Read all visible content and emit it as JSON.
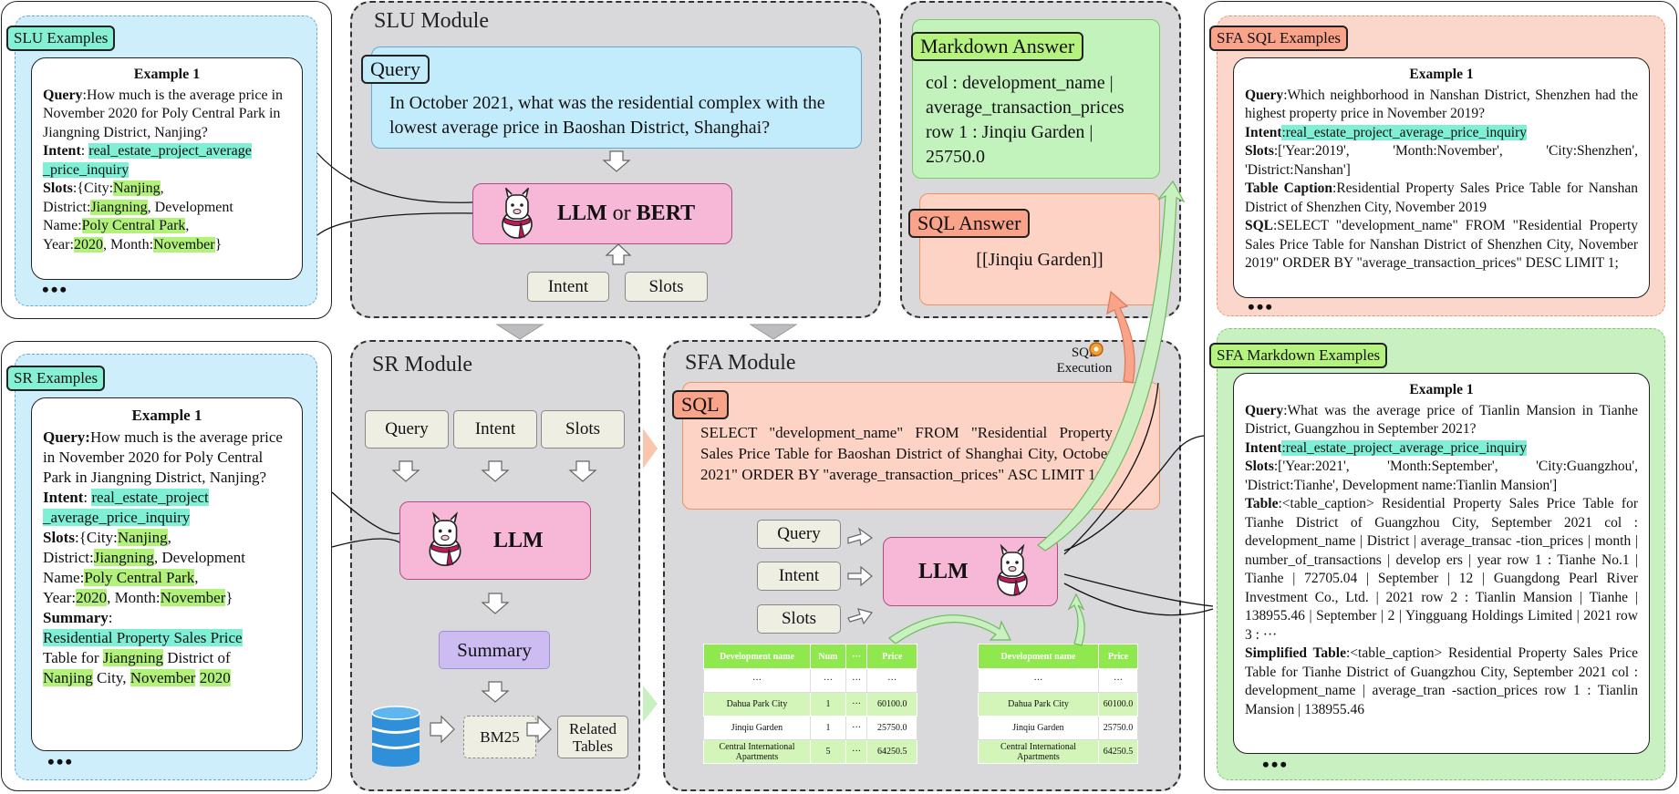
{
  "slu_examples": {
    "tag": "SLU Examples",
    "example_title": "Example 1",
    "query_label": "Query",
    "query_text": ":How much is the average price in November 2020 for Poly Central Park in Jiangning District, Nanjing?",
    "intent_label": "Intent",
    "intent_value": "real_estate_project_average _price_inquiry",
    "slots_label": "Slots",
    "slot_city_key": ":{City:",
    "slot_city": "Nanjing",
    "slot_district_key": "District:",
    "slot_district": "Jiangning",
    "slot_dev_key": ", Development Name:",
    "slot_dev": "Poly Central Park",
    "slot_year_key": "Year:",
    "slot_year": "2020",
    "slot_month_key": ", Month:",
    "slot_month": "November",
    "slot_end": "}",
    "ellipsis": "•••"
  },
  "sr_examples": {
    "tag": "SR Examples",
    "example_title": "Example 1",
    "query_label": "Query:",
    "query_text": "How much is the average price in November 2020 for Poly Central Park in Jiangning District, Nanjing?",
    "intent_label": "Intent",
    "intent_value_1": "real_estate_project",
    "intent_value_2": "_average_price_inquiry",
    "slots_label": "Slots",
    "slot_city_key": ":{City:",
    "slot_city": "Nanjing",
    "slot_district_key": "District:",
    "slot_district": "Jiangning",
    "slot_dev_key": ", Development Name:",
    "slot_dev": "Poly Central Park",
    "slot_year_key": "Year:",
    "slot_year": "2020",
    "slot_month_key": ", Month:",
    "slot_month": "November",
    "slot_end": "}",
    "summary_label": "Summary",
    "summary_1": "Residential Property Sales Price",
    "summary_2": "Table for",
    "summary_3": "Jiangning",
    "summary_4": "District of",
    "summary_5": "Nanjing",
    "summary_6": "City,",
    "summary_7": "November",
    "summary_8": "2020",
    "ellipsis": "•••"
  },
  "slu_module": {
    "title": "SLU Module",
    "query_tag": "Query",
    "query_text": "In October 2021, what was the residential complex with the lowest average price in Baoshan District, Shanghai?",
    "llm_label": "LLM",
    "or_label": "or",
    "bert_label": "BERT",
    "intent_out": "Intent",
    "slots_out": "Slots"
  },
  "sr_module": {
    "title": "SR Module",
    "query": "Query",
    "intent": "Intent",
    "slots": "Slots",
    "llm_label": "LLM",
    "summary": "Summary",
    "bm25": "BM25",
    "related_tables": "Related Tables"
  },
  "sfa_module": {
    "title": "SFA Module",
    "sql_tag": "SQL",
    "sql_text": "SELECT \"development_name\" FROM \"Residential Property Sales Price Table for Baoshan District of Shanghai City, October 2021\" ORDER BY \"average_transaction_prices\" ASC LIMIT 1;",
    "sql_execution": "SQL Execution",
    "query": "Query",
    "intent": "Intent",
    "slots": "Slots",
    "llm_label": "LLM",
    "table1": {
      "headers": [
        "Development name",
        "Num",
        "···",
        "Price"
      ],
      "rows": [
        [
          "···",
          "···",
          "···",
          "···"
        ],
        [
          "Dahua Park City",
          "1",
          "···",
          "60100.0"
        ],
        [
          "Jinqiu Garden",
          "1",
          "···",
          "25750.0"
        ],
        [
          "Central International Apartments",
          "5",
          "···",
          "64250.5"
        ]
      ]
    },
    "table2": {
      "headers": [
        "Development name",
        "Price"
      ],
      "rows": [
        [
          "···",
          "···"
        ],
        [
          "Dahua Park City",
          "60100.0"
        ],
        [
          "Jinqiu Garden",
          "25750.0"
        ],
        [
          "Central International Apartments",
          "64250.5"
        ]
      ]
    }
  },
  "answers": {
    "markdown_tag": "Markdown Answer",
    "markdown_text": "col : development_name | average_transaction_prices row 1 : Jinqiu Garden | 25750.0",
    "sql_tag": "SQL Answer",
    "sql_text": "[[Jinqiu Garden]]"
  },
  "sfa_sql_examples": {
    "tag": "SFA SQL Examples",
    "example_title": "Example 1",
    "query_label": "Query",
    "query_text": ":Which neighborhood in Nanshan District, Shenzhen had the highest property price in November 2019?",
    "intent_label": "Intent",
    "intent_value": ":real_estate_project_average_price_inquiry",
    "slots_label": "Slots",
    "slots_text": ":['Year:2019', 'Month:November', 'City:Shenzhen', 'District:Nanshan']",
    "caption_label": "Table Caption",
    "caption_text": ":Residential Property Sales Price Table for Nanshan District of Shenzhen City, November 2019",
    "sql_label": "SQL",
    "sql_text": ":SELECT \"development_name\" FROM \"Residential Property Sales Price Table for Nanshan District of Shenzhen City, November 2019\" ORDER BY \"average_transaction_prices\" DESC LIMIT 1;",
    "ellipsis": "•••"
  },
  "sfa_md_examples": {
    "tag": "SFA Markdown Examples",
    "example_title": "Example 1",
    "query_label": "Query",
    "query_text": ":What was the average price of Tianlin Mansion in Tianhe District, Guangzhou in September 2021?",
    "intent_label": "Intent",
    "intent_value": ":real_estate_project_average_price_inquiry",
    "slots_label": "Slots",
    "slots_text": ":['Year:2021', 'Month:September', 'City:Guangzhou', 'District:Tianhe', Development name:Tianlin Mansion']",
    "table_label": "Table",
    "table_text": ":<table_caption> Residential Property Sales Price Table for Tianhe District of Guangzhou City, September 2021 col : development_name | District | average_transac -tion_prices | month | number_of_transactions | develop ers | year row 1 : Tianhe No.1 | Tianhe | 72705.04 | September | 12 | Guangdong Pearl River Investment Co., Ltd. | 2021 row 2 : Tianlin Mansion | Tianhe | 138955.46 | September | 2 | Yingguang Holdings Limited | 2021 row 3 : ···",
    "simplified_label": "Simplified Table",
    "simplified_text": ":<table_caption> Residential Property Sales Price Table for Tianhe District of Guangzhou City, September 2021 col : development_name | average_tran -saction_prices row 1 : Tianlin Mansion | 138955.46",
    "ellipsis": "•••"
  },
  "colors": {
    "cyan_highlight": "#7ff0d5",
    "green_highlight": "#b3f27a",
    "llm_pink": "#f7b7d6",
    "summary_purple": "#cdbcf2",
    "module_gray": "#d9d9db"
  }
}
